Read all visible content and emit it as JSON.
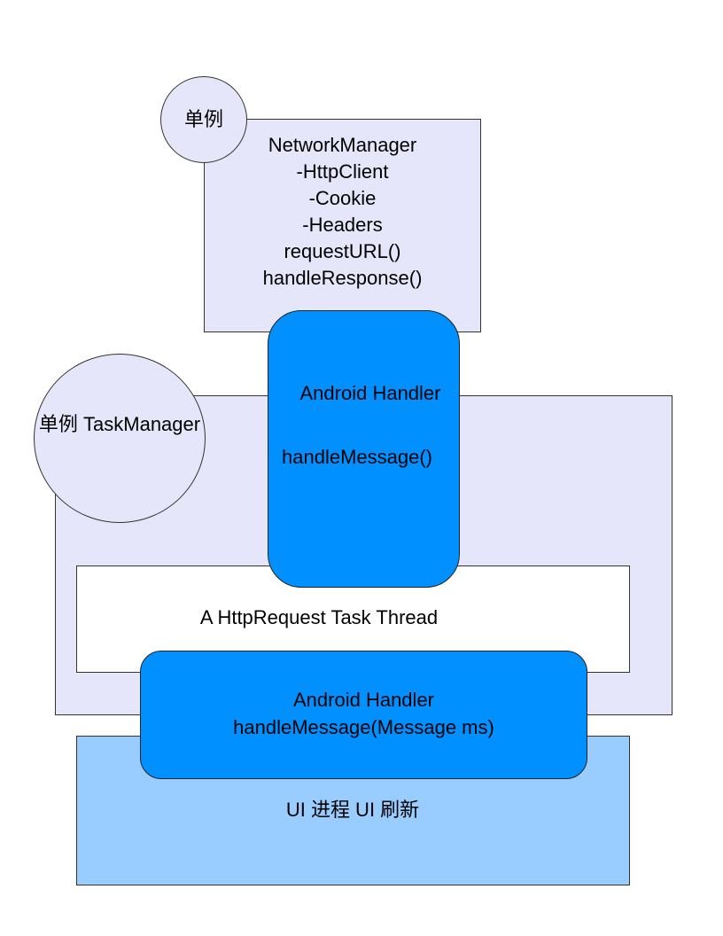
{
  "network": {
    "badge": "单例",
    "lines": [
      "NetworkManager",
      "-HttpClient",
      "-Cookie",
      "-Headers",
      "requestURL()",
      "handleResponse()"
    ]
  },
  "task_manager": {
    "label": "单例 TaskManager"
  },
  "handler_top": {
    "title": "Android Handler",
    "method": "handleMessage()"
  },
  "thread": {
    "label": "A HttpRequest Task Thread"
  },
  "handler_bottom": {
    "title": "Android Handler",
    "method": "handleMessage(Message ms)"
  },
  "ui": {
    "label": "UI 进程   UI 刷新"
  },
  "colors": {
    "lavender": "#e6e6fa",
    "handler_blue": "#0090ff",
    "ui_blue": "#99ccff"
  }
}
